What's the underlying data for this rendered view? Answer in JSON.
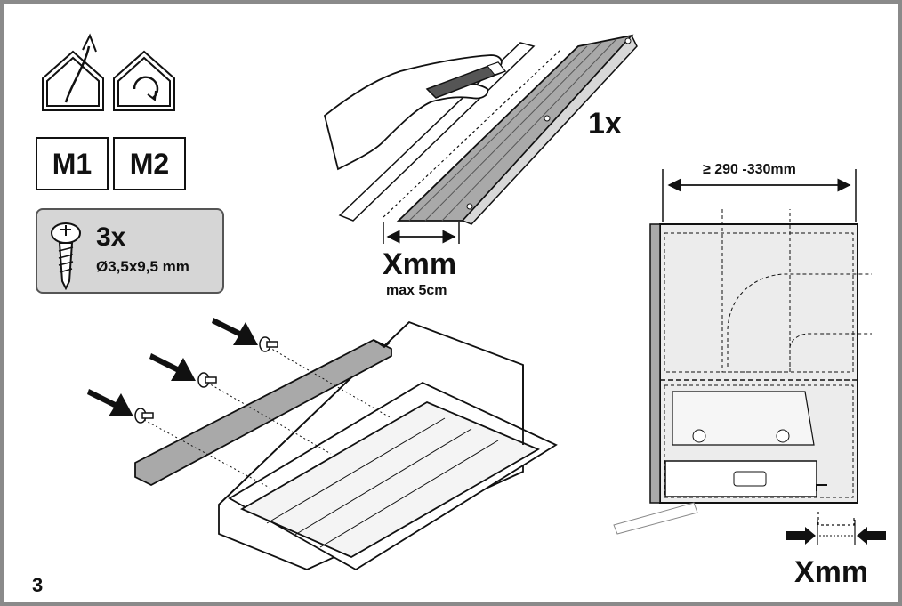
{
  "step_number": "3",
  "modes": {
    "m1_label": "M1",
    "m2_label": "M2"
  },
  "icons": {
    "extraction_icon": "house-exhaust-icon",
    "recirculation_icon": "house-recirculation-icon"
  },
  "screws": {
    "quantity": "3x",
    "spec": "Ø3,5x9,5 mm",
    "icon": "screw-icon"
  },
  "cut_panel": {
    "quantity": "1x",
    "dimension_label": "Xmm",
    "limit_label": "max 5cm"
  },
  "cabinet": {
    "width_label": "≥ 290 -330mm",
    "offset_label": "Xmm"
  },
  "colors": {
    "frame": "#8a8a8a",
    "panel_fill": "#a9a9a9",
    "cabinet_fill": "#ececec",
    "screw_box": "#d6d6d6"
  }
}
